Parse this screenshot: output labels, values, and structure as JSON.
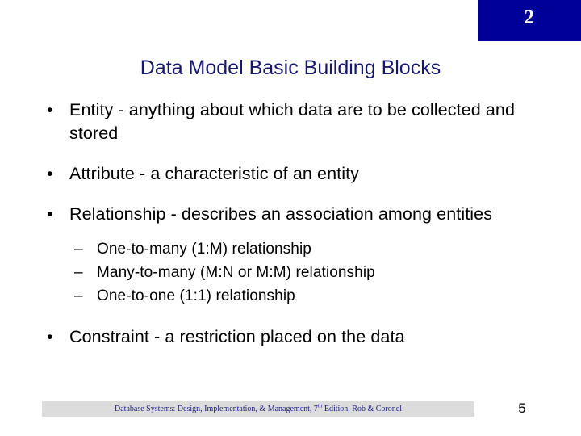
{
  "banner": {
    "chapter_number": "2",
    "background_color": "#000099",
    "text_color": "#ffffff"
  },
  "title": {
    "text": "Data Model Basic Building Blocks",
    "color": "#16186e"
  },
  "body": {
    "bullet_marker": "•",
    "dash_marker": "–",
    "bullets": [
      {
        "text": "Entity - anything about which data are to be collected and stored"
      },
      {
        "text": "Attribute - a characteristic of an entity"
      },
      {
        "text": "Relationship - describes an association among entities"
      },
      {
        "text": "Constraint - a restriction placed on the data"
      }
    ],
    "sub_bullets": [
      {
        "text": "One-to-many (1:M) relationship"
      },
      {
        "text": "Many-to-many (M:N or M:M) relationship"
      },
      {
        "text": "One-to-one (1:1) relationship"
      }
    ]
  },
  "footer": {
    "citation_prefix": "Database Systems: Design, Implementation, & Management, 7",
    "citation_superscript": "th",
    "citation_suffix": " Edition, Rob & Coronel",
    "bar_color": "#dcdcdc",
    "text_color": "#1c1c80",
    "page_number": "5"
  }
}
